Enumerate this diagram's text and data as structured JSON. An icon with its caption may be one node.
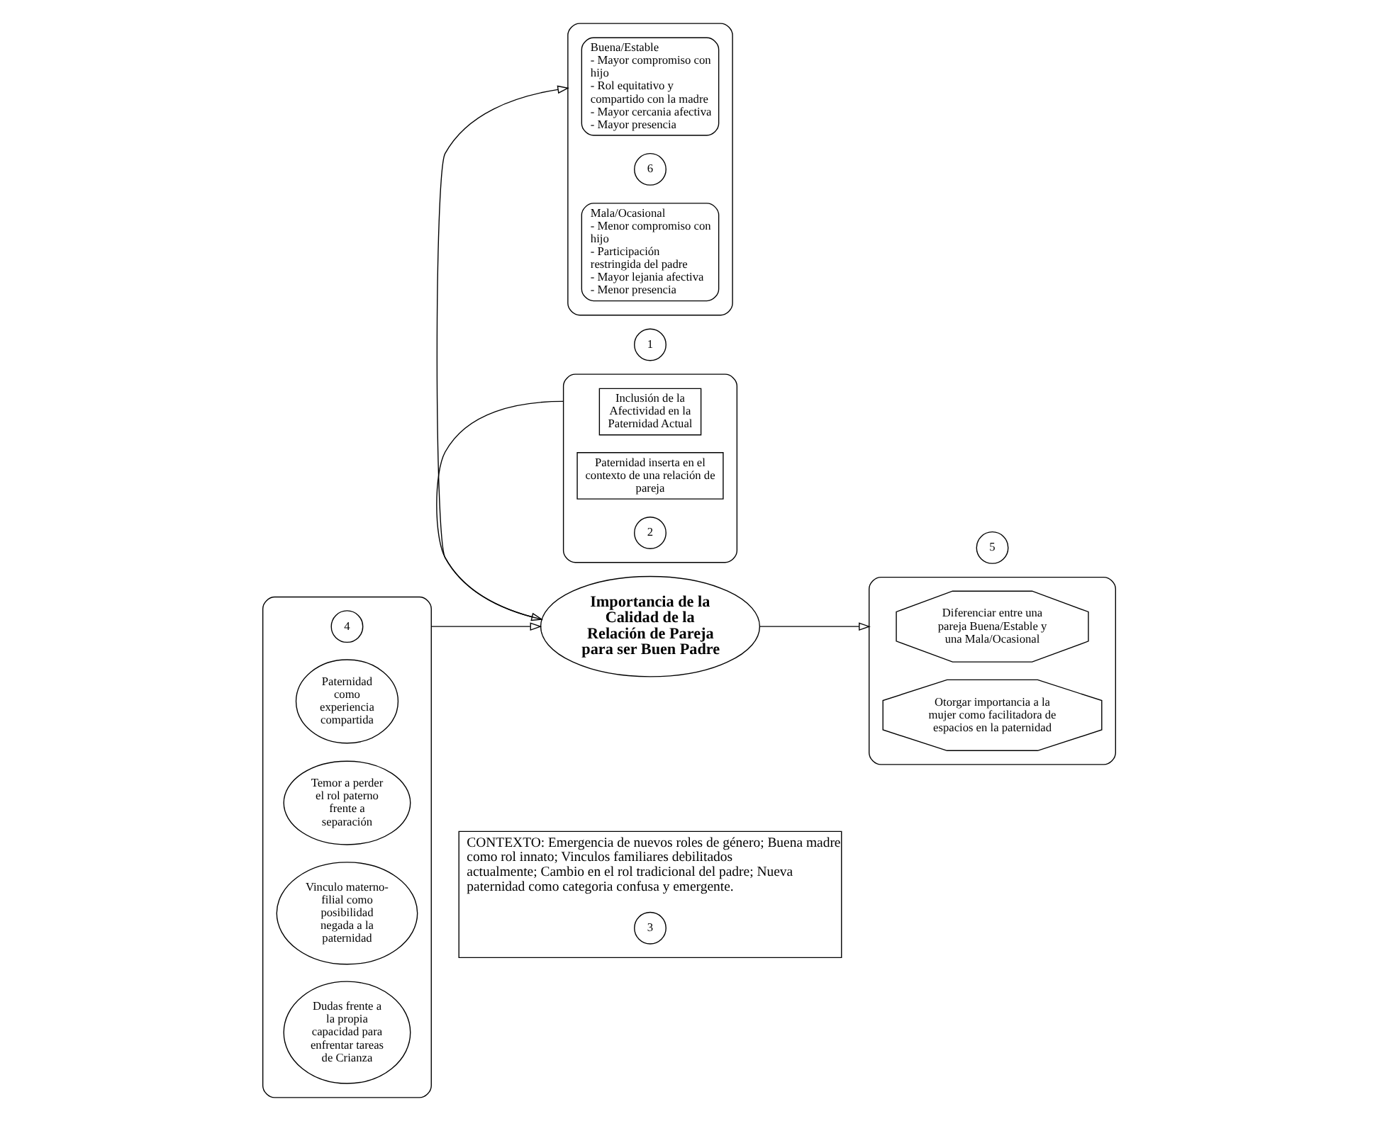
{
  "diagram": {
    "nodes": [
      {
        "text": [
          "CONTEXTO: Emergencia de nuevos roles de género; Buena madre como rol innato; Vinculos familiares debilitados actualmente; Cambio en el rol tradicional del padre; Nueva paternidad como categoria confusa y emergente."
        ]
      },
      {
        "text": [
          "3"
        ],
        "in": 0
      },
      {
        "text": [],
        "shape": "box"
      },
      {
        "text": [
          "4"
        ],
        "in": 2
      },
      {
        "text": [
          "Paternidad como experiencia compartida"
        ],
        "in": 2
      },
      {
        "text": [
          "Temor a perder el rol paterno frente a separación"
        ],
        "in": 2
      },
      {
        "text": [
          "Vinculo materno-filial como posibilidad negada a la paternidad"
        ],
        "in": 2
      },
      {
        "text": [
          "Dudas frente a la propia capacidad para enfrentar tareas de Crianza"
        ],
        "in": 2
      },
      {
        "text": [],
        "shape": "box"
      },
      {
        "text": [
          "Inclusión de la Afectividad en la Paternidad Actual"
        ],
        "in": 8
      },
      {
        "text": [
          "Paternidad inserta en el contexto de una relación de pareja"
        ],
        "in": 8
      },
      {
        "text": [
          "2"
        ],
        "in": 8
      },
      {
        "text": [
          "Importancia de la Calidad de la Relación de Pareja para ser Buen Padre"
        ]
      },
      {
        "text": [
          "1"
        ]
      },
      {
        "text": [],
        "shape": "box"
      },
      {
        "text": [
          "5"
        ]
      },
      {
        "text": [
          "Diferenciar entre una pareja Buena/Estable y una Mala/Ocasional"
        ],
        "in": 14
      },
      {
        "text": [
          "Otorgar importancia a la mujer como facilitadora de espacios en la paternidad"
        ],
        "in": 14
      },
      {
        "text": [],
        "shape": "box"
      },
      {
        "text": [
          "Buena/Estable",
          "- Mayor compromiso con hijo",
          "- Rol equitativo y compartido con la madre",
          "- Mayor cercania afectiva",
          "- Mayor presencia"
        ],
        "in": 18
      },
      {
        "text": [
          "6"
        ],
        "in": 18
      },
      {
        "text": [
          "Mala/Ocasional",
          "- Menor compromiso con hijo",
          "- Participación restringida del padre",
          "- Mayor lejania afectiva",
          "- Menor presencia"
        ],
        "in": 18
      }
    ],
    "edges": [
      {
        "from": 2,
        "to": 12,
        "arrow": "to"
      },
      {
        "from": 8,
        "to": 12,
        "arrow": "to"
      },
      {
        "from": 12,
        "to": 14,
        "arrow": "to"
      },
      {
        "from": 12,
        "to": 18,
        "arrow": "to"
      }
    ]
  }
}
